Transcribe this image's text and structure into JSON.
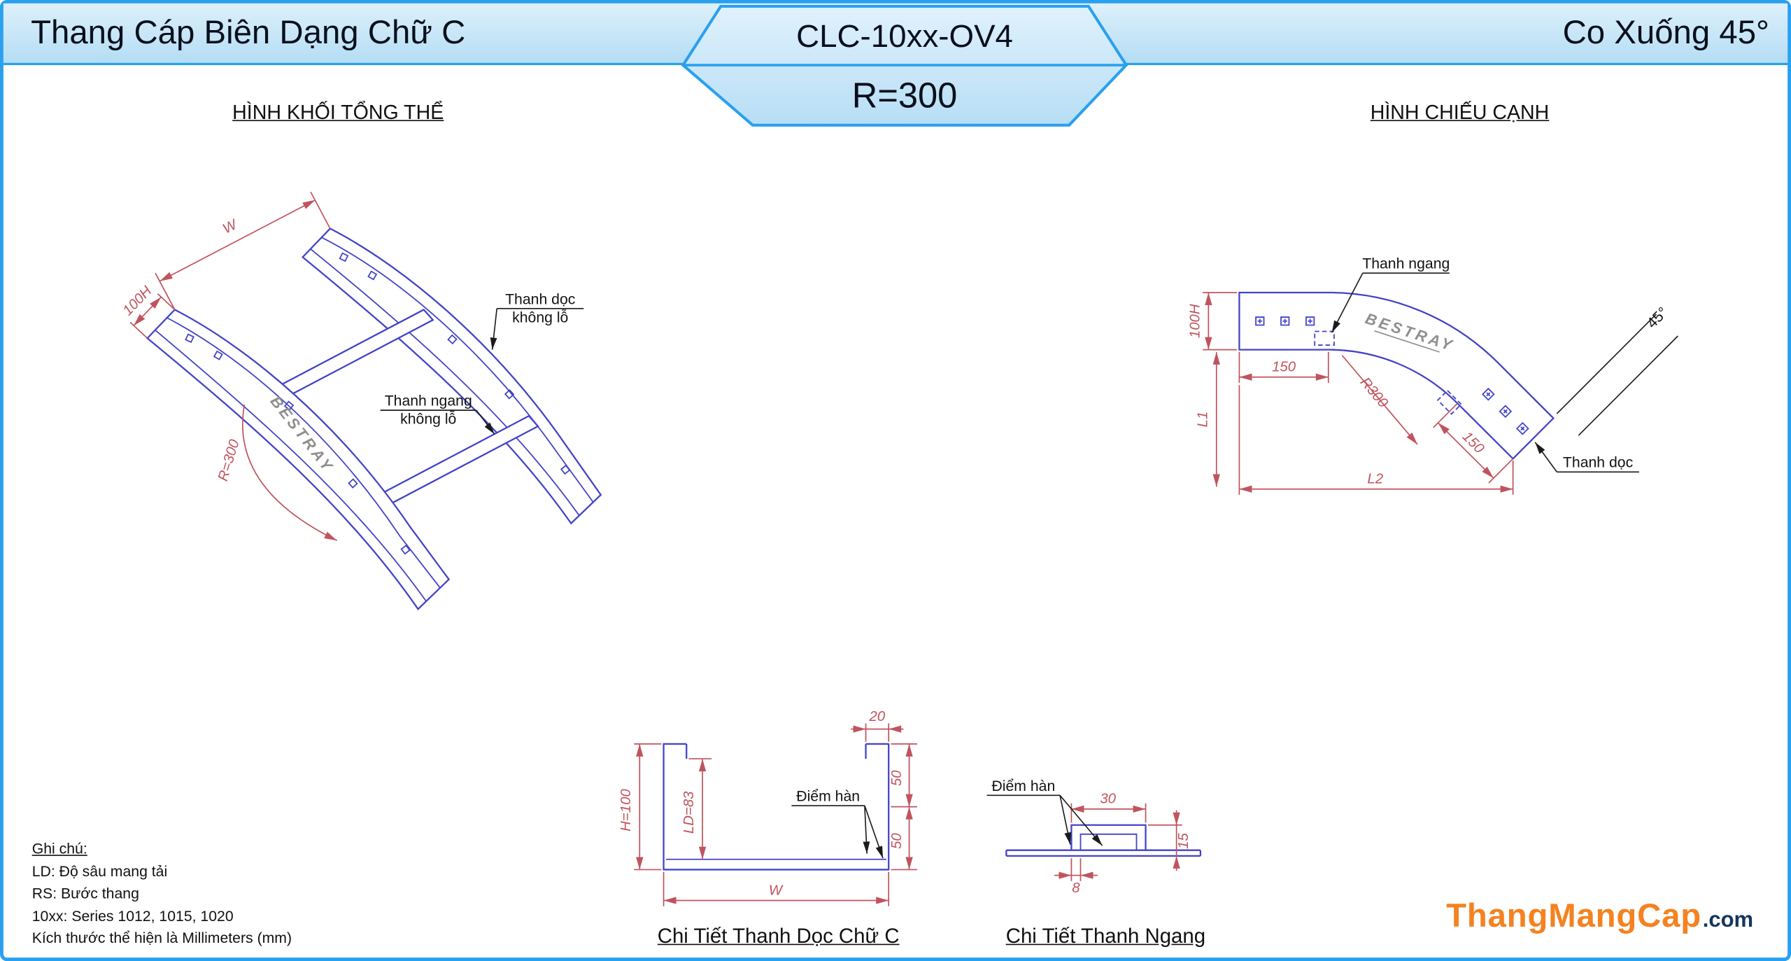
{
  "header": {
    "left_title": "Thang Cáp Biên Dạng Chữ C",
    "center_code": "CLC-10xx-OV4",
    "center_radius": "R=300",
    "right_title": "Co Xuống 45°"
  },
  "sections": {
    "overview": "HÌNH KHỐI TỔNG THỂ",
    "side_view": "HÌNH CHIẾU CẠNH",
    "c_detail": "Chi Tiết Thanh Dọc Chữ C",
    "rung_detail": "Chi Tiết Thanh Ngang"
  },
  "iso": {
    "dim_w": "W",
    "dim_h": "100H",
    "dim_r": "R=300",
    "brand": "BESTRAY",
    "rail_label_line1": "Thanh dọc",
    "rail_label_line2": "không lỗ",
    "rung_label_line1": "Thanh ngang",
    "rung_label_line2": "không lỗ"
  },
  "side": {
    "rung_label": "Thanh ngang",
    "dim_h": "100H",
    "dim_150_straight": "150",
    "dim_l1": "L1",
    "dim_radius": "R300",
    "dim_angle": "45°",
    "dim_150_slope": "150",
    "dim_l2": "L2",
    "rail_label": "Thanh dọc",
    "brand": "BESTRAY"
  },
  "c_detail": {
    "dim_20": "20",
    "dim_h": "H=100",
    "dim_ld": "LD=83",
    "weld_label": "Điểm hàn",
    "dim_50_top": "50",
    "dim_50_bottom": "50",
    "dim_w": "W"
  },
  "rung_detail": {
    "weld_label": "Điểm hàn",
    "dim_30": "30",
    "dim_15": "15",
    "dim_8": "8"
  },
  "notes": {
    "heading": "Ghi chú:",
    "lines": [
      "LD: Độ sâu mang tải",
      "RS: Bước thang",
      "10xx: Series 1012, 1015, 1020",
      "Kích thước thể hiện là Millimeters (mm)"
    ]
  },
  "logo": {
    "name": "ThangMangCap",
    "tld": ".com"
  },
  "colors": {
    "border_blue": "#2aa0ef",
    "header_fill": "#b5ddf4",
    "line_blue": "#4343c8",
    "dim_red": "#c0545e",
    "logo_orange": "#f58220",
    "logo_navy": "#16365c"
  }
}
